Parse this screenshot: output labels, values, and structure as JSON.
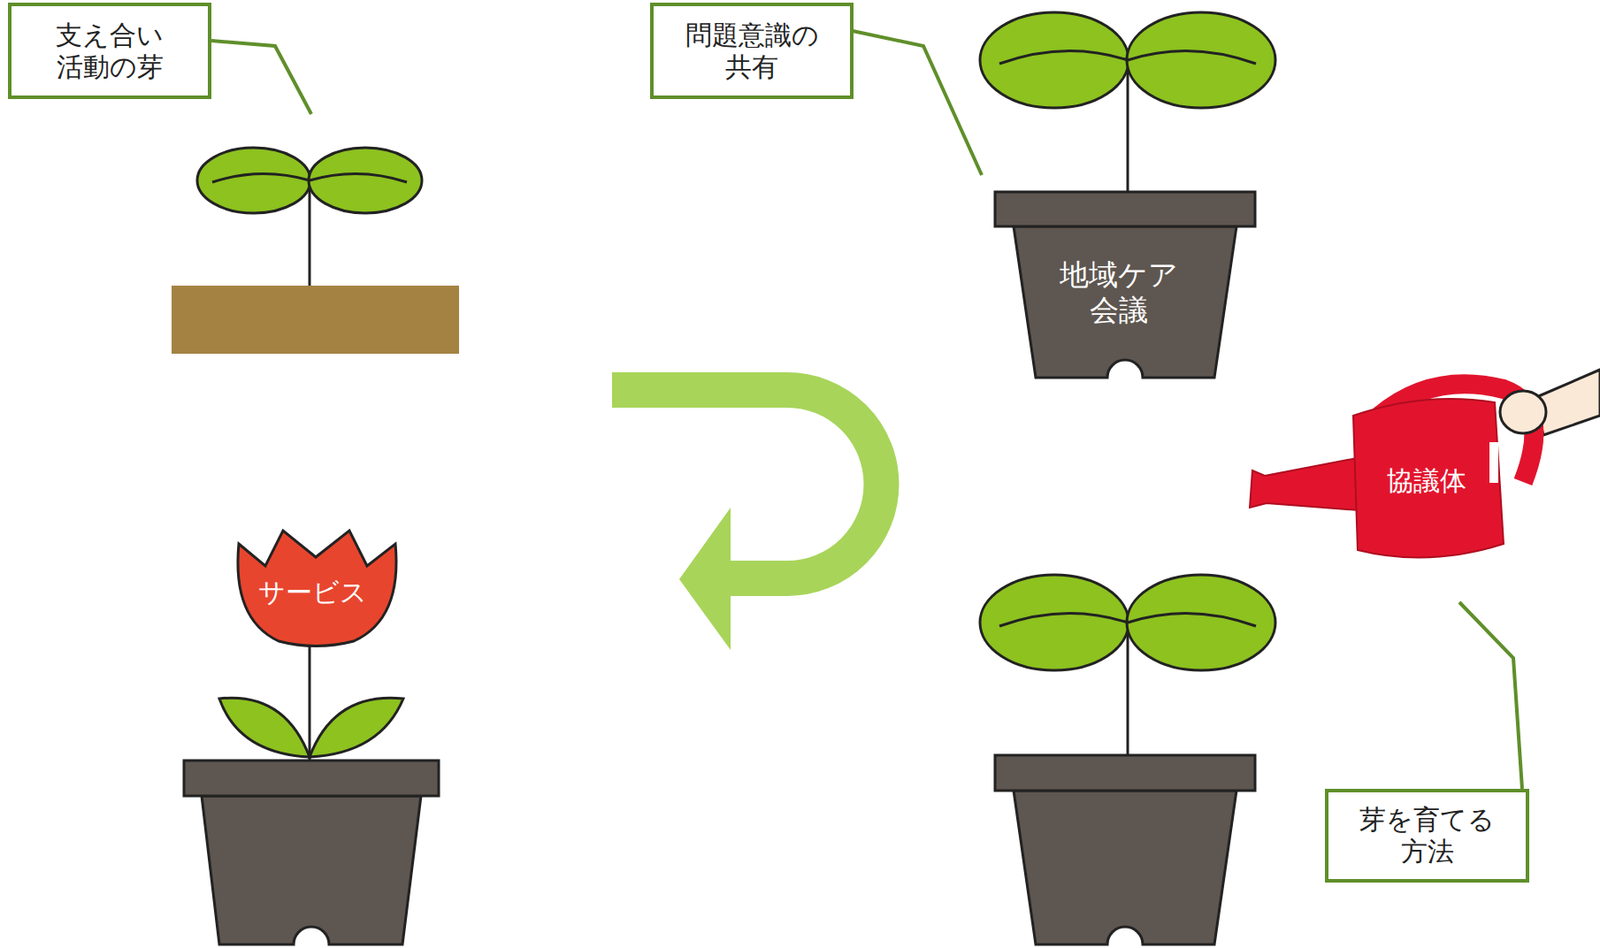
{
  "diagram": {
    "nodes": [
      {
        "text": [
          "支え合い 活動の芽"
        ]
      },
      {
        "text": [
          "問題意識の 共有"
        ]
      },
      {
        "text": [
          "地域ケア 会議"
        ]
      },
      {
        "text": [
          "協議体"
        ]
      },
      {
        "text": [
          "サービス"
        ]
      },
      {
        "text": [
          "芽を育てる 方法"
        ]
      }
    ]
  }
}
